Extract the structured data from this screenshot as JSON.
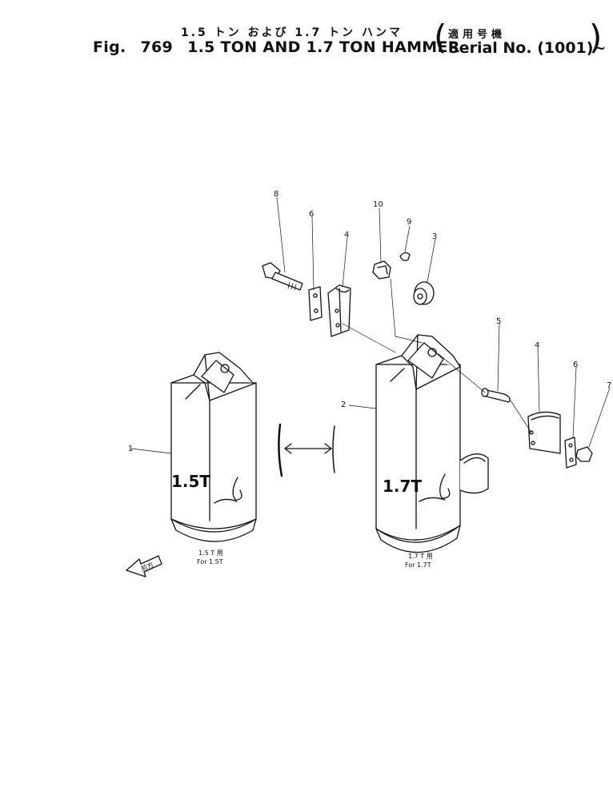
{
  "header": {
    "jp_title": "1.5 トン および 1.7 トン ハンマ",
    "fig_label": "Fig.",
    "fig_number": "769",
    "title": "1.5 TON AND 1.7 TON HAMMER",
    "serial_jp": "適用号機",
    "serial_en": "Serial No. (1001)~",
    "open_paren": "(",
    "close_paren": ")"
  },
  "callouts": [
    "1",
    "2",
    "3",
    "4",
    "5",
    "6",
    "7",
    "8",
    "9",
    "10",
    "4",
    "6"
  ],
  "stamps": {
    "left": "1.5T",
    "right": "1.7T"
  },
  "captions": {
    "left_jp": "1.5 T 用",
    "left_en": "For 1.5T",
    "right_jp": "1.7 T 用",
    "right_en": "For 1.7T"
  },
  "direction_arrow": "前方"
}
